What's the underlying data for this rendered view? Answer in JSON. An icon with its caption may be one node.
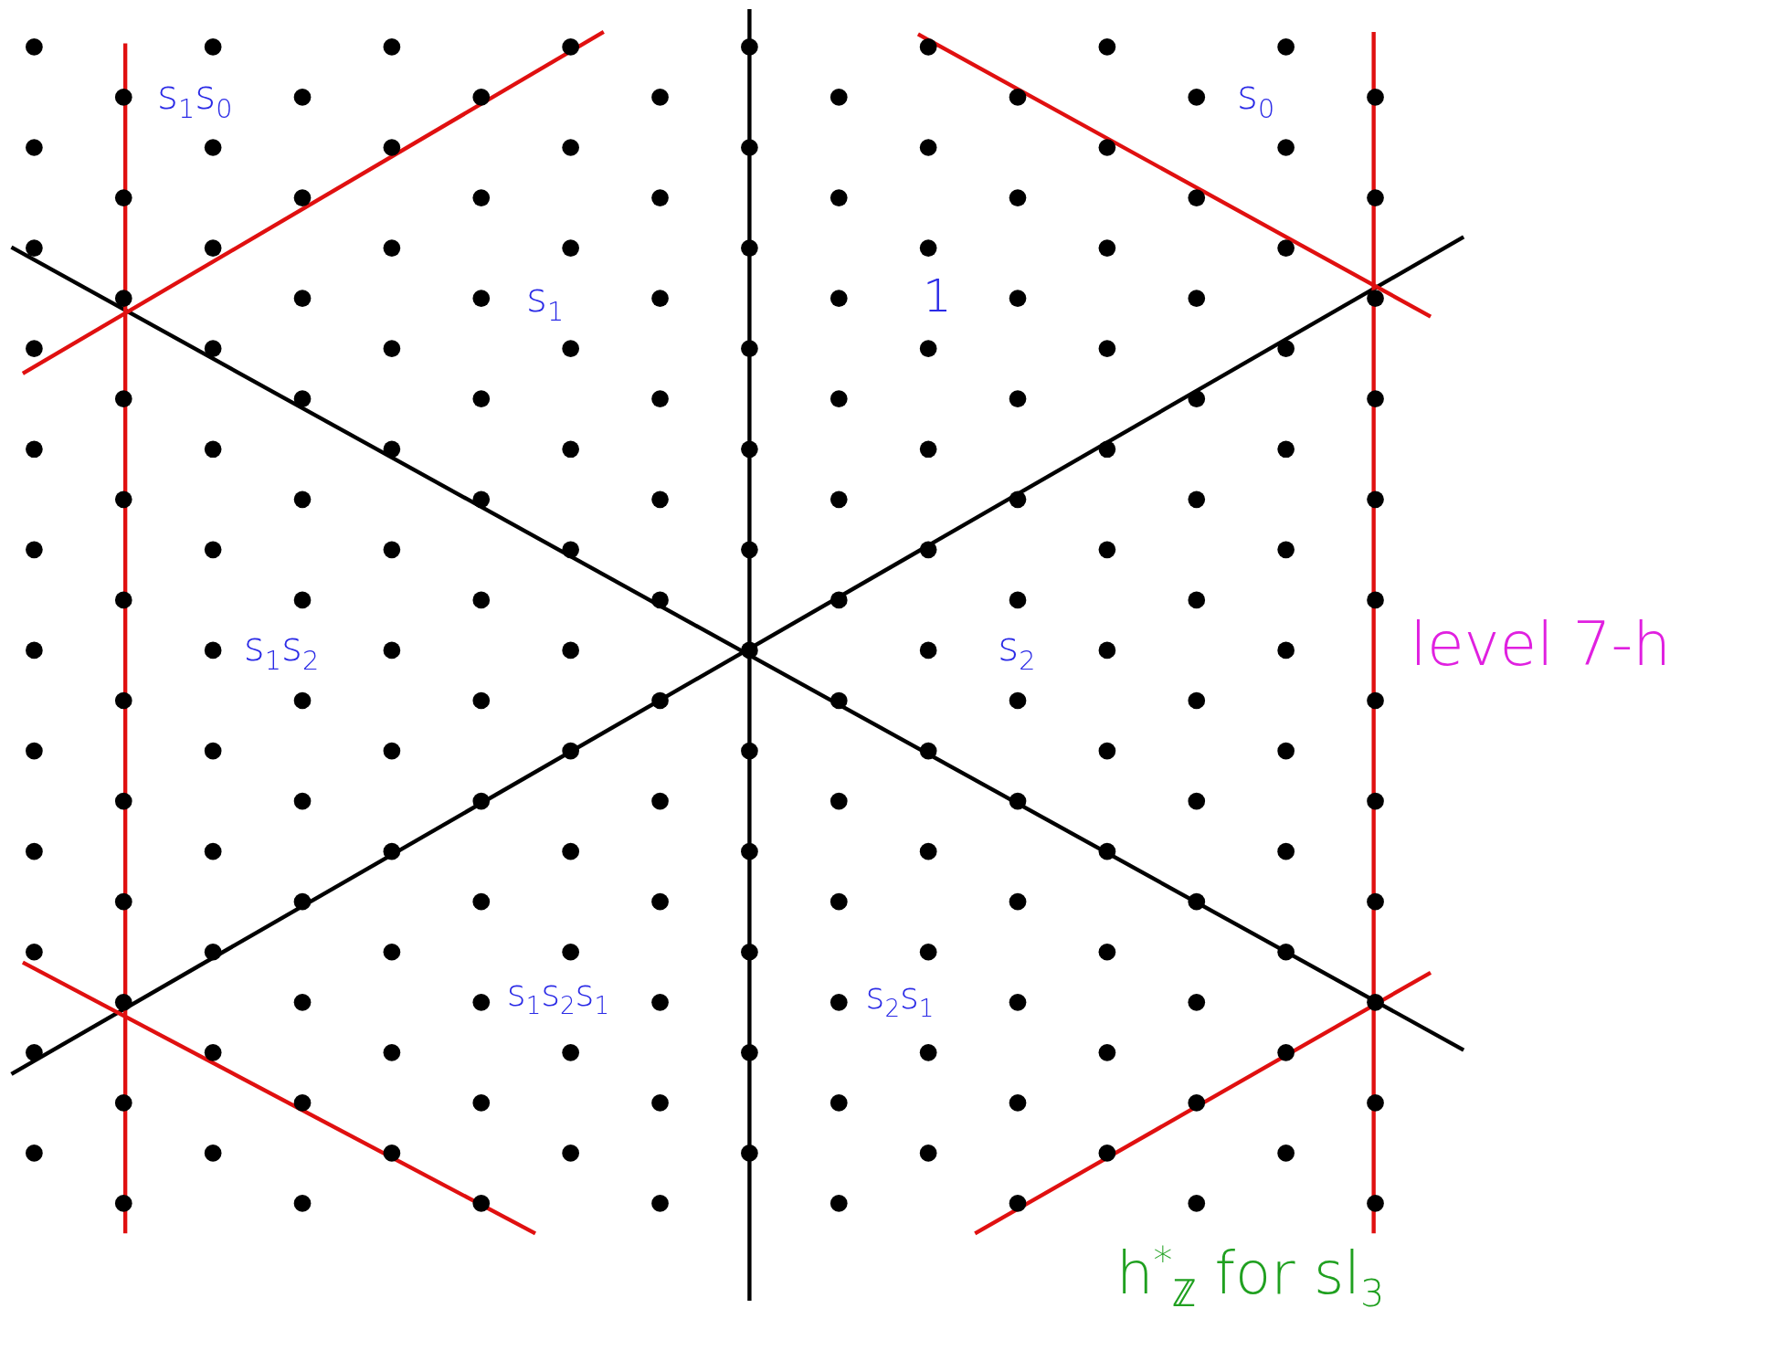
{
  "diagram": {
    "labels": [
      "s$_{1}$s$_{0}$",
      "s$_{0}$",
      "s$_{1}$",
      "1",
      "s$_{1}$s$_{2}$",
      "s$_{2}$",
      "s$_{1}$s$_{2}$s$_{1}$",
      "s$_{2}$s$_{1}$",
      "level 7-h",
      "h$^{*}$$_{ℤ}$ for sl$_{3}$"
    ]
  }
}
